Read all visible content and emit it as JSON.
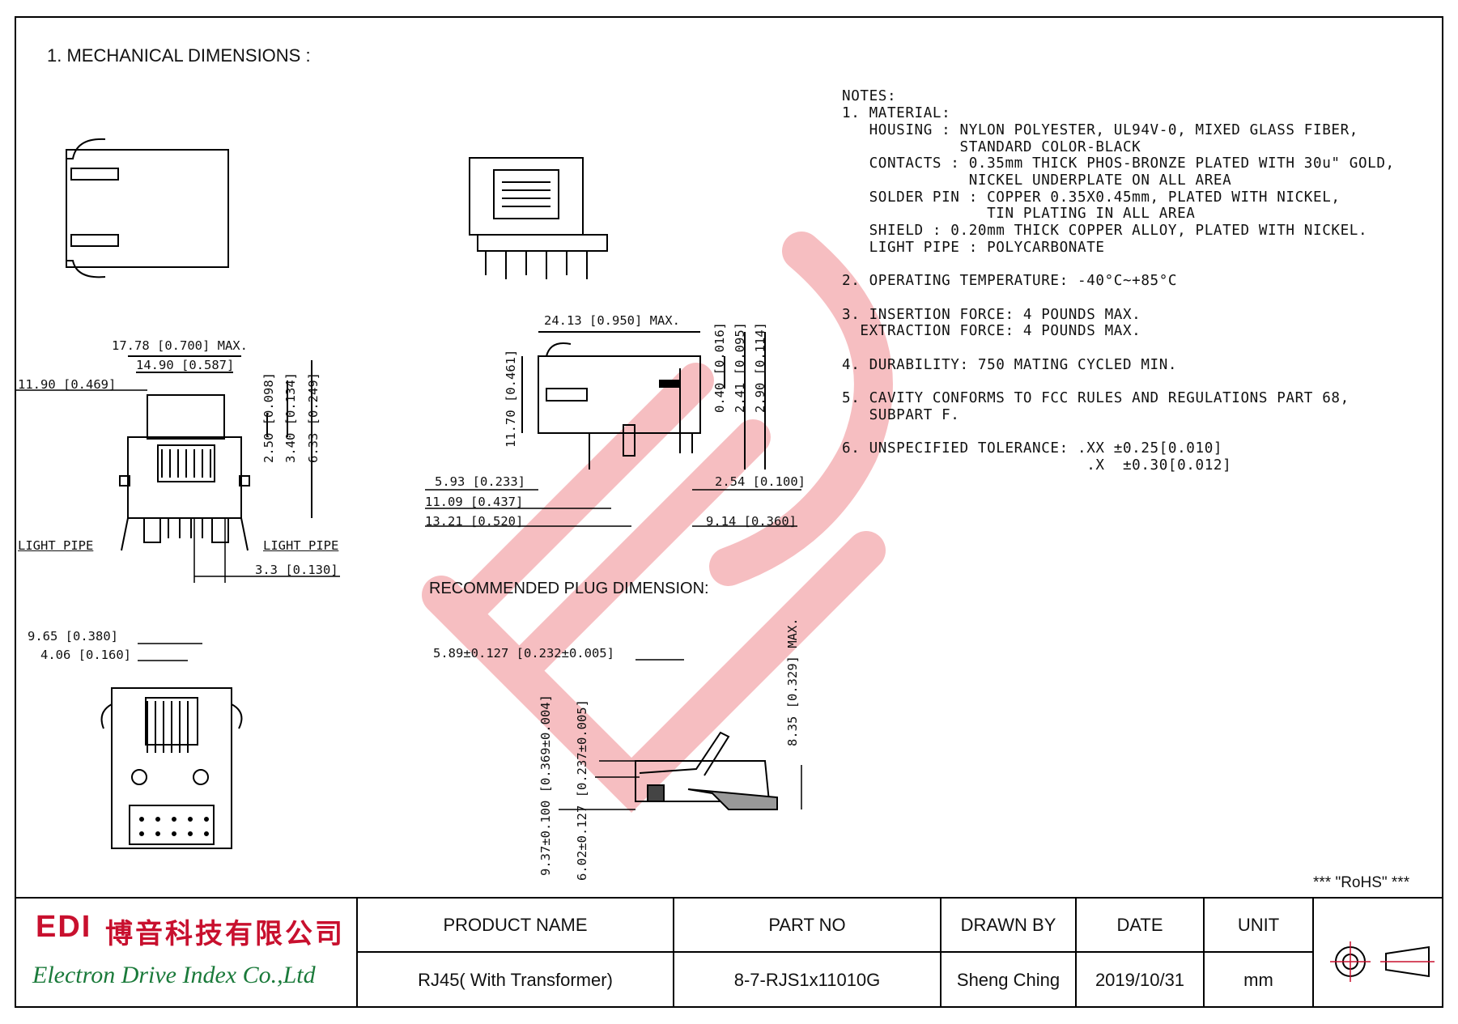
{
  "section_title": "1. MECHANICAL DIMENSIONS :",
  "notes": [
    "NOTES:",
    "1. MATERIAL:",
    "   HOUSING : NYLON POLYESTER, UL94V-0, MIXED GLASS FIBER,",
    "             STANDARD COLOR-BLACK",
    "   CONTACTS : 0.35mm THICK PHOS-BRONZE PLATED WITH 30u\" GOLD,",
    "              NICKEL UNDERPLATE ON ALL AREA",
    "   SOLDER PIN : COPPER 0.35X0.45mm, PLATED WITH NICKEL,",
    "                TIN PLATING IN ALL AREA",
    "   SHIELD : 0.20mm THICK COPPER ALLOY, PLATED WITH NICKEL.",
    "   LIGHT PIPE : POLYCARBONATE",
    "",
    "2. OPERATING TEMPERATURE: -40°C~+85°C",
    "",
    "3. INSERTION FORCE: 4 POUNDS MAX.",
    "  EXTRACTION FORCE: 4 POUNDS MAX.",
    "",
    "4. DURABILITY: 750 MATING CYCLED MIN.",
    "",
    "5. CAVITY CONFORMS TO FCC RULES AND REGULATIONS PART 68,",
    "   SUBPART F.",
    "",
    "6. UNSPECIFIED TOLERANCE: .XX ±0.25[0.010]",
    "                           .X  ±0.30[0.012]"
  ],
  "dimensions": {
    "front_width": "17.78 [0.700] MAX.",
    "front_inner": "14.90 [0.587]",
    "front_left": "11.90 [0.469]",
    "v_250": "2.50 [0.098]",
    "v_340": "3.40 [0.134]",
    "v_633": "6.33 [0.249]",
    "light_pipe_left": "LIGHT PIPE",
    "light_pipe_right": "LIGHT PIPE",
    "pin_33": "3.3 [0.130]",
    "side_length": "24.13 [0.950] MAX.",
    "side_height": "11.70 [0.461]",
    "v_040": "0.40 [0.016]",
    "v_241": "2.41 [0.095]",
    "v_290": "2.90 [0.114]",
    "h_593": "5.93 [0.233]",
    "h_254": "2.54 [0.100]",
    "h_1109": "11.09 [0.437]",
    "h_1321": "13.21 [0.520]",
    "h_914": "9.14 [0.360]",
    "bottom_965": "9.65 [0.380]",
    "bottom_406": "4.06 [0.160]",
    "plug_title": "RECOMMENDED PLUG DIMENSION:",
    "plug_589": "5.89±0.127 [0.232±0.005]",
    "plug_835": "8.35 [0.329] MAX.",
    "plug_369": "9.37±0.100 [0.369±0.004]",
    "plug_602": "6.02±0.127 [0.237±0.005]"
  },
  "rohs": "*** \"RoHS\" ***",
  "title_block": {
    "logo_edi": "EDI",
    "logo_cn": "博音科技有限公司",
    "logo_en": "Electron Drive Index Co.,Ltd",
    "product_name_label": "PRODUCT NAME",
    "product_name_value": "RJ45( With Transformer)",
    "part_no_label": "PART  NO",
    "part_no_value": "8-7-RJS1x11010G",
    "drawn_by_label": "DRAWN BY",
    "drawn_by_value": "Sheng Ching",
    "date_label": "DATE",
    "date_value": "2019/10/31",
    "unit_label": "UNIT",
    "unit_value": "mm"
  },
  "colors": {
    "watermark": "#f4b6b8",
    "logo_red": "#c8102e",
    "logo_green": "#1a7a3a",
    "line": "#000000"
  }
}
